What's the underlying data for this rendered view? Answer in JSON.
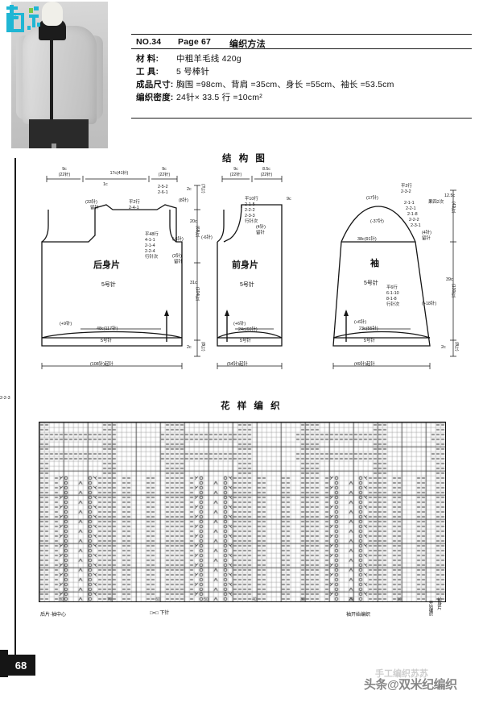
{
  "header": {
    "no": "NO.34",
    "page": "Page  67",
    "method": "编织方法",
    "material_key": "材    料:",
    "material_value": "中粗羊毛线 420g",
    "tool_key": "工    具:",
    "tool_value": "5 号棒针",
    "size_key": "成品尺寸:",
    "size_value": "胸围 =98cm、背肩 =35cm、身长 =55cm、袖长 =53.5cm",
    "gauge_key": "编织密度:",
    "gauge_value": "24针× 33.5 行 =10cm²"
  },
  "sections": {
    "structure_title": "结 构 图",
    "pattern_title": "花 样 编 织"
  },
  "back_piece": {
    "name": "后身片",
    "needle": "5号针",
    "top_left_w": "9c",
    "top_left_st": "(22针)",
    "top_mid_w": "17c(41针)",
    "top_right_w": "9c",
    "top_right_st": "(22针)",
    "neck_depth": "1c",
    "hold_stitches": "(33针)",
    "hold_label": "留针",
    "shoulder_rows": "平2行",
    "shoulder_dec": "2-4-1",
    "right_neck": [
      "2-5-2",
      "2-6-1"
    ],
    "right_st": "(8针)",
    "armhole_rows": "平48行",
    "armhole_dec": [
      "4-1-1",
      "2-1-4",
      "2-2-4"
    ],
    "armhole_unit": "行针次",
    "armhole_st": "(3针)",
    "armhole_hold": "留针",
    "side_dec": "(-6针)",
    "bottom_inc": "(+9针)",
    "bottom_w": "48c(117针)",
    "rib_needle": "5号针",
    "cast_on": "(108针)起针"
  },
  "front_piece": {
    "name": "前身片",
    "needle": "5号针",
    "top_left_w": "9c",
    "top_left_st": "(22针)",
    "top_right_w": "8.5c",
    "top_right_st": "(22针)",
    "neck_rows": "平10行",
    "neck_dec": [
      "2-1-5",
      "2-2-2",
      "2-3-3"
    ],
    "neck_unit": "行针次",
    "neck_st": "(4针)",
    "neck_hold": "留针",
    "side_dec": "(-6针)",
    "side_w": "9c",
    "bottom_inc": "(+6针)",
    "bottom_w": "24c(60针)",
    "rib_needle": "5号针",
    "cast_on": "(54针)起针"
  },
  "sleeve": {
    "name": "袖",
    "needle": "5号针",
    "cap_st": "(17针)",
    "cap_rows": "平2行",
    "cap_dec": [
      "2-3-2",
      "2-2-3",
      "2-1-1",
      "2-2-1",
      "2-1-8",
      "2-2-2",
      "2-3-1"
    ],
    "cap_note": "果四2次",
    "cap_end_st": "(4针)",
    "cap_hold": "留针",
    "cap_total": "(-37针)",
    "width_w": "38c(91针)",
    "taper_rows": "平6行",
    "taper_inc": [
      "6-1-10",
      "8-1-8"
    ],
    "taper_unit": "行针次",
    "taper_st": "(+18针)",
    "bottom_inc": "(+6针)",
    "bottom_w": "23c(55针)",
    "rib_needle": "5号针",
    "cast_on": "(49针)起针"
  },
  "vertical_body": {
    "neck_h": "2c",
    "neck_rows": "(7行)",
    "upper_h": "20c",
    "upper_rows": "(68行)",
    "lower_h": "31c",
    "lower_rows": "(104行)",
    "rib_h": "2c",
    "rib_rows": "(8行)"
  },
  "vertical_sleeve": {
    "cap_h": "12.5c",
    "cap_rows": "(42行)",
    "body_h": "39c",
    "body_rows": "(130行)",
    "rib_h": "2c",
    "rib_rows": "(8行)"
  },
  "legend": {
    "left": "后片·袖中心",
    "symbol": "□=□ 下针",
    "right": "袖开始编织",
    "vertical": "前身片",
    "vertical2": "开始编织"
  },
  "page_number": "68",
  "watermark": "头条@双米纪编织",
  "watermark_ghost": "手工编织苏苏",
  "chart_data": {
    "type": "heatmap",
    "title": "花 样 编 织",
    "cols": 84,
    "rows": 37,
    "symbols": {
      "blank": "knit (下针)",
      "dash": "purl (上针)",
      "o": "yarn over (挂针)",
      "left": "left-slant decrease",
      "right": "right-slant decrease",
      "peak": "double decrease"
    },
    "col_markers": [
      10,
      20,
      30,
      40,
      50,
      60,
      70,
      80
    ],
    "row_markers": [
      1,
      10,
      20,
      30
    ]
  },
  "colors": {
    "ink": "#141414",
    "grid": "#707070",
    "logo_cyan": "#1fb6d4",
    "logo_green": "#7ac943",
    "watermark": "#6e6e6e"
  }
}
